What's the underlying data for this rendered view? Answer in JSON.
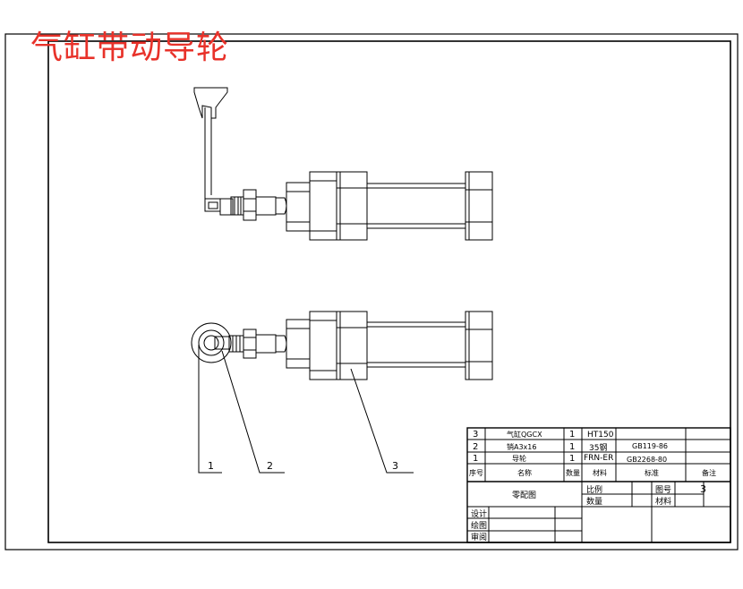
{
  "title": "气缸带动导轮",
  "parts": [
    {
      "no": "3",
      "name": "气缸QGCX",
      "qty": "1",
      "material": "HT150",
      "standard": ""
    },
    {
      "no": "2",
      "name": "销A3x16",
      "qty": "1",
      "material": "35钢",
      "standard": "GB119-86"
    },
    {
      "no": "1",
      "name": "导轮",
      "qty": "1",
      "material": "FRN-ER",
      "standard": "GB2268-80"
    }
  ],
  "headers": {
    "no": "序号",
    "name": "名称",
    "qty": "数量",
    "material": "材料",
    "standard": "标准",
    "remark": "备注"
  },
  "assembly_name": "零配图",
  "labels": {
    "scale": "比例",
    "quantity": "数量",
    "drawing_no": "图号",
    "material": "材料",
    "design": "设计",
    "draw": "绘图",
    "review": "审阅"
  },
  "drawing_no_value": "3",
  "callouts": [
    "1",
    "2",
    "3"
  ],
  "colors": {
    "title": "#e8322a",
    "lines": "#000000"
  }
}
